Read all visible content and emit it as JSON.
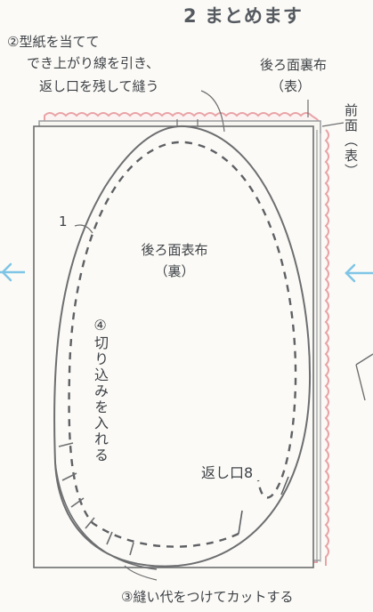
{
  "title": "2 まとめます",
  "step2": {
    "line1": "②型紙を当てて",
    "line2": "でき上がり線を引き、",
    "line3": "返し口を残して縫う"
  },
  "back_lining_label": {
    "line1": "後ろ面裏布",
    "line2": "（表）"
  },
  "front_label": "前面（表）",
  "back_outer_label": {
    "line1": "後ろ面表布",
    "line2": "（裏）"
  },
  "step4": "④切り込みを入れる",
  "turning_opening": "返し口8",
  "seam_allowance_mark": "1",
  "step3": "③縫い代をつけてカットする",
  "colors": {
    "pink_edge": "#e9a3a7",
    "outline": "#6d6e70",
    "arrow": "#7fc5e6",
    "dash": "#5e6064"
  }
}
